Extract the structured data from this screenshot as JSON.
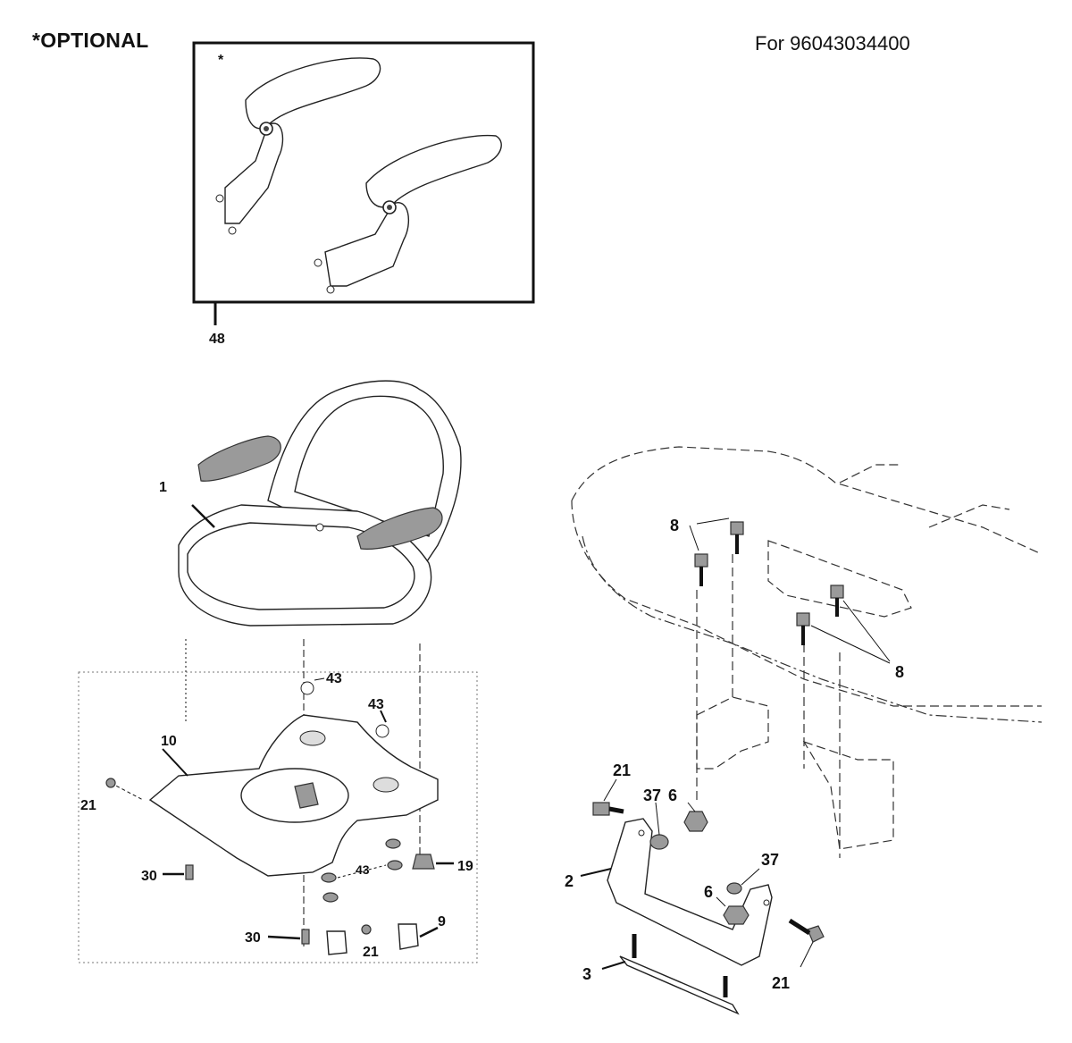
{
  "header": {
    "optional_title": "*OPTIONAL",
    "model_reference": "For 96043034400"
  },
  "optional_box": {
    "asterisk": "*",
    "callout": "48"
  },
  "callouts": {
    "seat": "1",
    "seat_plate": "10",
    "bumper_top": "43",
    "bumper_mid": "43",
    "spacer_group": "43",
    "screw_left": "21",
    "screw_bottom": "21",
    "bolt_left": "30",
    "bolt_bottom": "30",
    "knob": "19",
    "cushion": "9",
    "bolts_top": "8",
    "bolts_right": "8",
    "bracket_bolt_top": "21",
    "bracket_bolt_right": "21",
    "nut_top": "37",
    "nut_right": "37",
    "flange_nut_top": "6",
    "flange_nut_right": "6",
    "bracket": "2",
    "bracket_plate": "3"
  }
}
